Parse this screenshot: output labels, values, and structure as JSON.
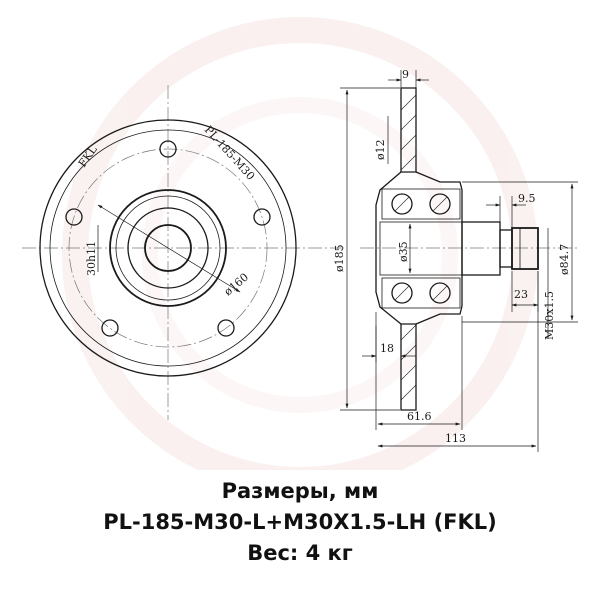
{
  "drawing": {
    "front_view": {
      "plate_label": "PL-185-M30",
      "brand_label": "FKL",
      "bolt_hole_label": "ø12",
      "pilot_label": "30h11",
      "pcd_label": "ø160"
    },
    "side_view": {
      "flange_thickness": "9",
      "outer_diameter": "ø185",
      "bore_diameter": "ø35",
      "stud_diameter": "ø84.7",
      "stub_step": "9.5",
      "stub_length": "23",
      "thread": "M30x1.5",
      "flange_offset": "18",
      "hub_length": "61.6",
      "overall_length": "113"
    }
  },
  "caption": {
    "title": "Размеры, мм",
    "part_number": "PL-185-M30-L+M30X1.5-LH (FKL)",
    "weight": "Вес: 4 кг"
  },
  "colors": {
    "ink": "#1a1a1a",
    "background": "#ffffff",
    "watermark": "#f2d7d7"
  }
}
